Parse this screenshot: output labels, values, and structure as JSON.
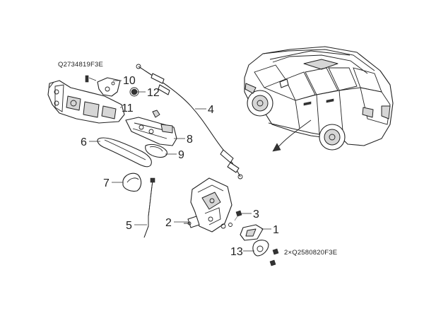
{
  "diagram": {
    "callouts": [
      {
        "id": "1",
        "label": "1"
      },
      {
        "id": "2",
        "label": "2"
      },
      {
        "id": "3",
        "label": "3"
      },
      {
        "id": "4",
        "label": "4"
      },
      {
        "id": "5",
        "label": "5"
      },
      {
        "id": "6",
        "label": "6"
      },
      {
        "id": "7",
        "label": "7"
      },
      {
        "id": "8",
        "label": "8"
      },
      {
        "id": "9",
        "label": "9"
      },
      {
        "id": "10",
        "label": "10"
      },
      {
        "id": "11",
        "label": "11"
      },
      {
        "id": "12",
        "label": "12"
      },
      {
        "id": "13",
        "label": "13"
      }
    ],
    "part_code_top": "Q2734819F3E",
    "part_code_bottom": "2×Q2580820F3E"
  }
}
